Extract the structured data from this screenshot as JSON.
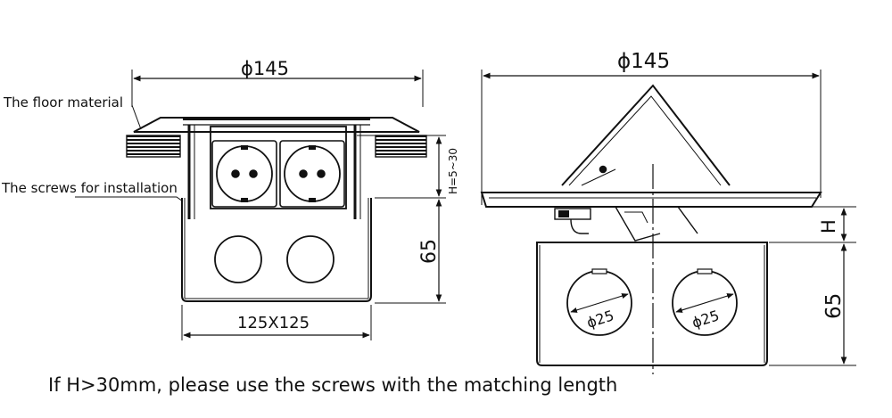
{
  "left_view": {
    "top_dimension": "ϕ145",
    "floor_material_label": "The floor material",
    "screws_label": "The screws for installation",
    "height_range": "H=5~30",
    "box_height": "65",
    "base_dimension": "125X125"
  },
  "right_view": {
    "top_dimension": "ϕ145",
    "h_label": "H",
    "box_height": "65",
    "hole_left": "ϕ25",
    "hole_right": "ϕ25"
  },
  "caption": "If H>30mm, please use the screws with the matching length"
}
